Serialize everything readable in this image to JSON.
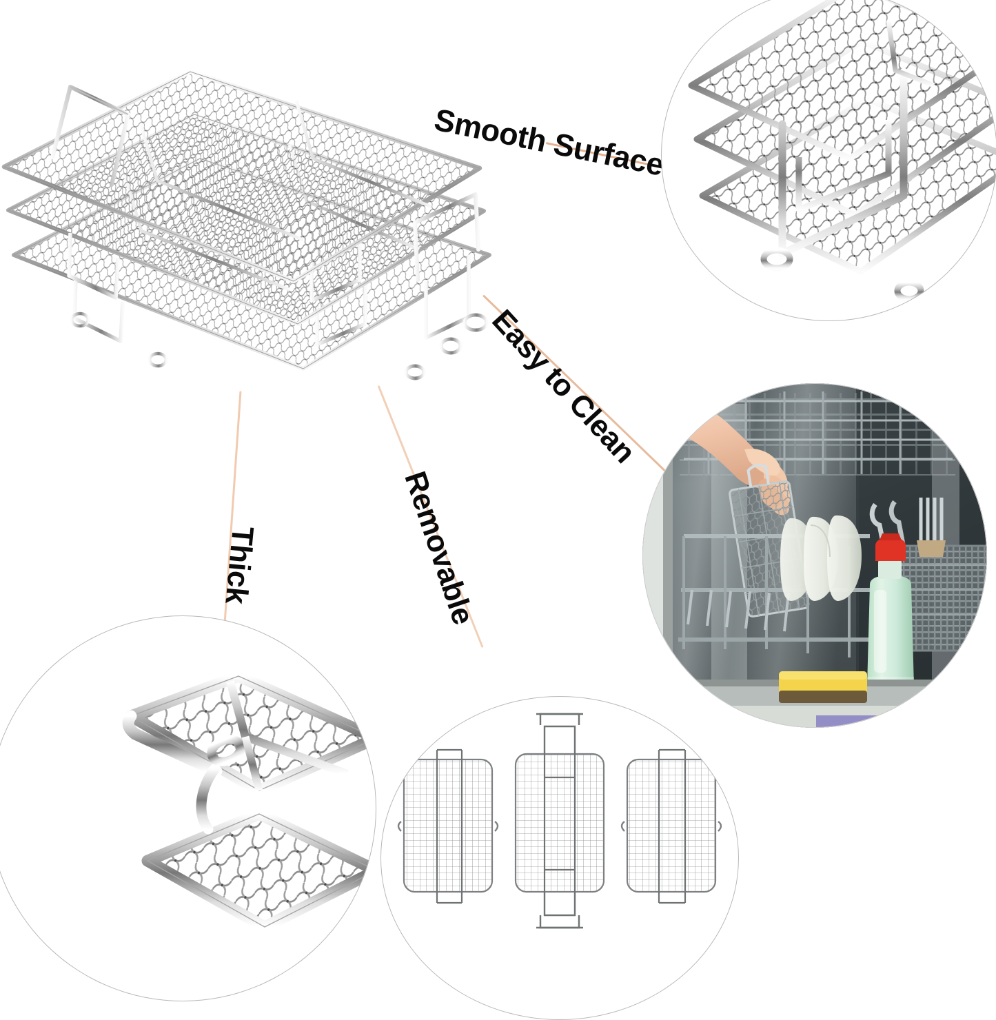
{
  "page": {
    "kind": "product-feature-infographic",
    "product": "3-tier stainless steel wire mesh air fryer rack",
    "background_color": "#ffffff",
    "leader_line_color": "#e3b190",
    "circle_outline_color": "#b9b9b9",
    "label_color": "#0a0a0a"
  },
  "labels": {
    "smooth_surface": "Smooth Surface",
    "easy_to_clean": "Easy to Clean",
    "thick": "Thick",
    "removable": "Removable"
  },
  "insets": {
    "smooth_surface": {
      "caption": "Smooth Surface",
      "content": "close-up of stacked wire mesh tiers with smooth welded wire surface"
    },
    "easy_to_clean": {
      "caption": "Easy to Clean",
      "content": "hand placing mesh rack into an open dishwasher with plates, cutlery basket, green detergent bottle with red cap and a yellow sponge"
    },
    "thick": {
      "caption": "Thick",
      "content": "close-up of two mesh tiers showing thick rounded wire frame edges"
    },
    "removable": {
      "caption": "Removable",
      "content": "three separated rack trays laid out side by side, the middle one with fold-out handles"
    }
  },
  "hero": {
    "content": "three-tier stainless steel mesh rack shown stacked in isometric view with side support wires and fold-down handles"
  }
}
